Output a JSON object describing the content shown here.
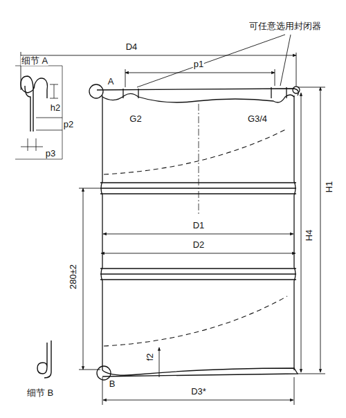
{
  "diagram": {
    "labels": [
      "D4",
      "细节 A",
      "p1",
      "可任意选用封闭器",
      "A",
      "h2",
      "p2",
      "G2",
      "G3/4",
      "p3",
      "280±2",
      "D1",
      "D2",
      "H4",
      "H1",
      "细节 B",
      "B",
      "f2",
      "D3*"
    ]
  }
}
